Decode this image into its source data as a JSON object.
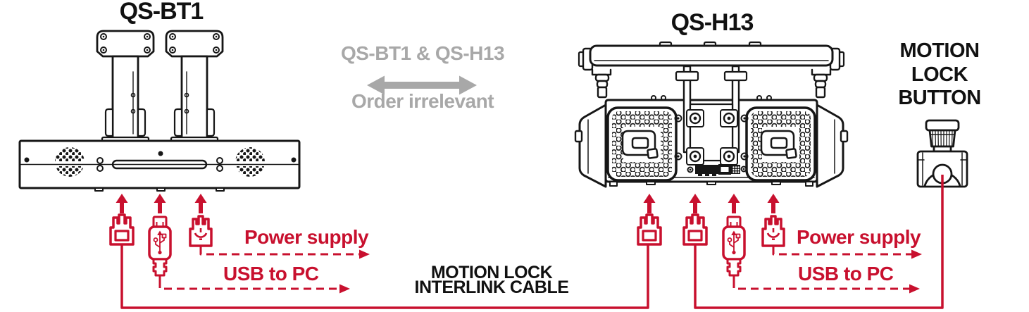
{
  "colors": {
    "red": "#C8102E",
    "gray": "#A8A8A8",
    "line": "#161616"
  },
  "left_device": {
    "title": "QS-BT1"
  },
  "right_device": {
    "title": "QS-H13"
  },
  "motion_lock_button": {
    "title_line1": "MOTION",
    "title_line2": "LOCK",
    "title_line3": "BUTTON"
  },
  "order_note": {
    "devices": "QS-BT1 & QS-H13",
    "note": "Order irrelevant"
  },
  "cables": {
    "left_power_label": "Power supply",
    "left_usb_label": "USB to PC",
    "right_power_label": "Power supply",
    "right_usb_label": "USB to PC",
    "interlink_label_line1": "MOTION LOCK",
    "interlink_label_line2": "INTERLINK CABLE"
  },
  "connectors": {
    "qs_bt1": [
      "interlink-cable-plug",
      "usb-plug",
      "power-plug"
    ],
    "qs_h13": [
      "interlink-cable-plug",
      "motion-lock-button-plug",
      "usb-plug",
      "power-plug"
    ]
  }
}
